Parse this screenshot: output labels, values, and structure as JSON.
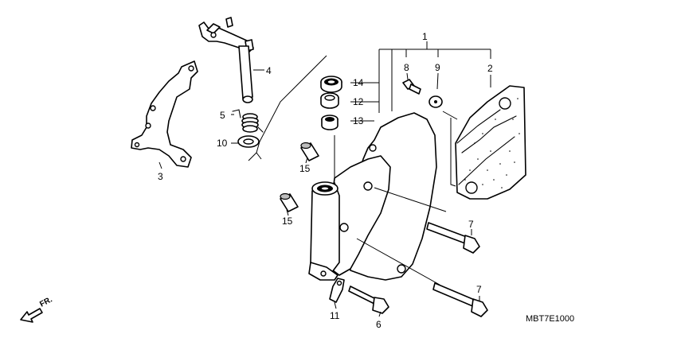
{
  "callouts": {
    "c1": "1",
    "c2": "2",
    "c3": "3",
    "c4": "4",
    "c5": "5",
    "c6": "6",
    "c7a": "7",
    "c7b": "7",
    "c8": "8",
    "c9": "9",
    "c10": "10",
    "c11": "11",
    "c12": "12",
    "c13": "13",
    "c14": "14",
    "c15a": "15",
    "c15b": "15"
  },
  "direction_label": "FR.",
  "diagram_code": "MBT7E1000"
}
